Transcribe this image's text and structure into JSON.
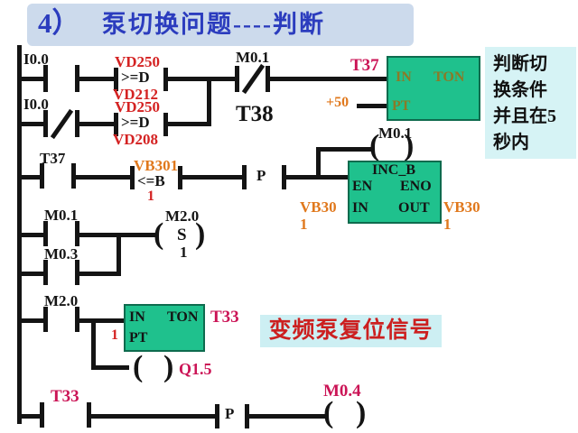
{
  "title": {
    "num": "4）",
    "text": "泵切换问题----判断"
  },
  "side_note": {
    "line1": "判断切",
    "line2": "换条件",
    "line3": "并且在5",
    "line4": "秒内"
  },
  "mid_note": {
    "text": "变频泵复位信号"
  },
  "symbols": {
    "coil_open": "(",
    "coil_close": ")"
  },
  "colors": {
    "title_blue": "#2b3cbe",
    "title_bg": "#ccdaec",
    "note_bg": "#d6f3f5",
    "block_green": "#1fc18d",
    "label_red": "#d42222",
    "label_crimson": "#cb1456",
    "label_orange": "#e0781c",
    "block_text_olive": "#8a7a28",
    "wire_black": "#141414"
  },
  "rung1": {
    "contact": "I0.0",
    "cmp_top": "VD250",
    "cmp_op": ">=D",
    "cmp_bot": "VD212",
    "nc_contact": "M0.1",
    "timer_tag": "T37"
  },
  "ton1": {
    "in": "IN",
    "type": "TON",
    "pt": "PT",
    "pt_value": "+50"
  },
  "rung2": {
    "contact": "I0.0",
    "cmp_top": "VD250",
    "cmp_op": ">=D",
    "cmp_bot": "VD208",
    "timer_name": "T38"
  },
  "rung3": {
    "contact": "T37",
    "cmp_top": "VB301",
    "cmp_op": "<=B",
    "cmp_bot": "1",
    "edge": "P",
    "coil_label": "M0.1"
  },
  "inc_b": {
    "title": "INC_B",
    "en": "EN",
    "eno": "ENO",
    "in": "IN",
    "out": "OUT",
    "in_param_top": "VB30",
    "in_param_bot": "1",
    "out_param_top": "VB30",
    "out_param_bot": "1"
  },
  "rung4": {
    "contact": "M0.1"
  },
  "rung5": {
    "contact": "M0.3"
  },
  "set_coil": {
    "label": "M2.0",
    "op": "S",
    "value": "1"
  },
  "rung6": {
    "contact": "M2.0",
    "pt_value": "1",
    "timer_tag": "T33",
    "coil_label": "Q1.5"
  },
  "ton2": {
    "in": "IN",
    "type": "TON",
    "pt": "PT"
  },
  "rung7": {
    "contact": "T33",
    "edge": "P",
    "coil_label": "M0.4"
  }
}
